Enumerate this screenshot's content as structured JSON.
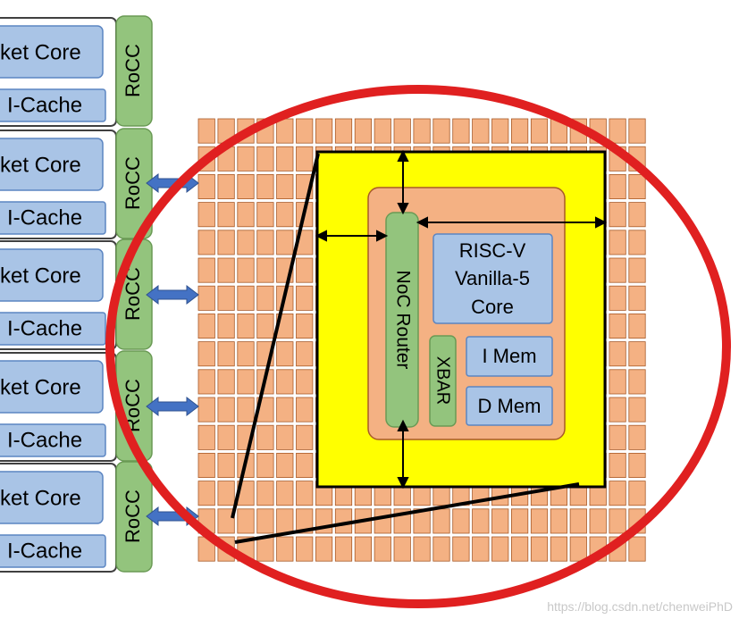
{
  "left_column": {
    "core_label": "ket Core",
    "cache_label": "I-Cache",
    "rocc_label": "RoCC",
    "tile_count": 5
  },
  "zoom_tile": {
    "cpu_core": [
      "RISC-V",
      "Vanilla-5",
      "Core"
    ],
    "noc_router": "NoC Router",
    "xbar": "XBAR",
    "imem": "I Mem",
    "dmem": "D Mem"
  },
  "grid": {
    "columns": 23,
    "rows": 16
  },
  "watermark": "https://blog.csdn.net/chenweiPhD",
  "colors": {
    "core_blue": "#a9c4e6",
    "core_border": "#5b85c2",
    "rocc_green": "#93c47d",
    "rocc_border": "#6a9a55",
    "mesh_orange": "#f4b183",
    "mesh_border": "#a85a28",
    "highlight_yellow": "#ffff00",
    "tile_orange": "#f4b183",
    "lens_red": "#e02020",
    "arrow_blue": "#4472c4"
  }
}
